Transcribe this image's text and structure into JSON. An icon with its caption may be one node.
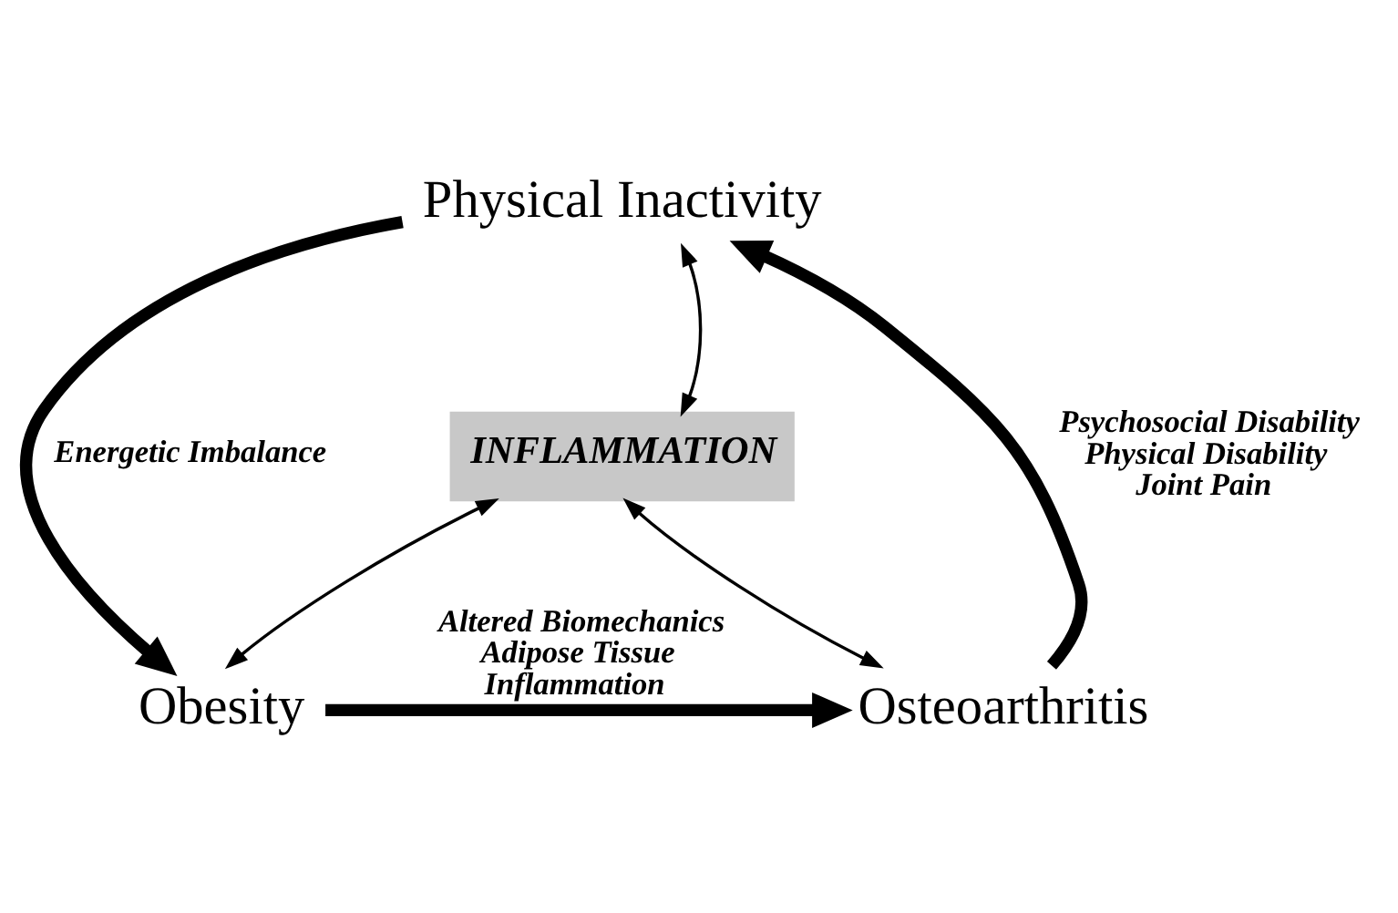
{
  "diagram": {
    "nodes": [
      {
        "text": [
          "Physical Inactivity"
        ]
      },
      {
        "text": [
          "INFLAMMATION"
        ]
      },
      {
        "text": [
          "Obesity"
        ]
      },
      {
        "text": [
          "Osteoarthritis"
        ]
      }
    ],
    "edges": [
      {
        "from": 0,
        "to": 2,
        "arrow": "to",
        "style": "thick",
        "label": "Energetic Imbalance"
      },
      {
        "from": 3,
        "to": 0,
        "arrow": "to",
        "style": "thick",
        "label": "Psychosocial Disability Physical Disability Joint Pain"
      },
      {
        "from": 2,
        "to": 3,
        "arrow": "to",
        "style": "thick",
        "label": "Altered Biomechanics Adipose Tissue Inflammation"
      },
      {
        "from": 1,
        "to": 0,
        "arrow": "both"
      },
      {
        "from": 1,
        "to": 2,
        "arrow": "both"
      },
      {
        "from": 1,
        "to": 3,
        "arrow": "both"
      }
    ]
  }
}
